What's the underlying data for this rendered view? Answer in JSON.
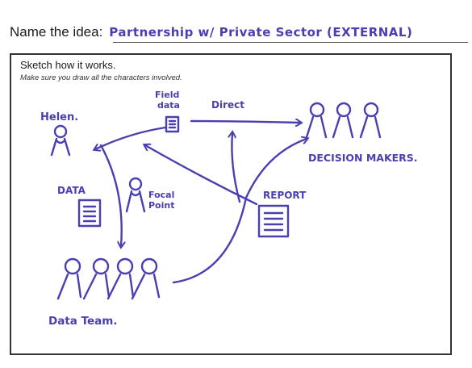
{
  "form": {
    "name_label": "Name the idea:",
    "idea_name": "Partnership w/ Private Sector (EXTERNAL)",
    "sketch_title": "Sketch how it works.",
    "sketch_instruction": "Make sure you draw all the characters involved."
  },
  "sketch": {
    "ink_color": "#4a3fb0",
    "labels": {
      "helen": "Helen.",
      "field_data": [
        "Field",
        "data"
      ],
      "direct": "Direct",
      "decision_makers": "DECISION MAKERS.",
      "data": "DATA",
      "focal_point": [
        "Focal",
        "Point"
      ],
      "report": "REPORT",
      "data_team": "Data Team."
    }
  }
}
